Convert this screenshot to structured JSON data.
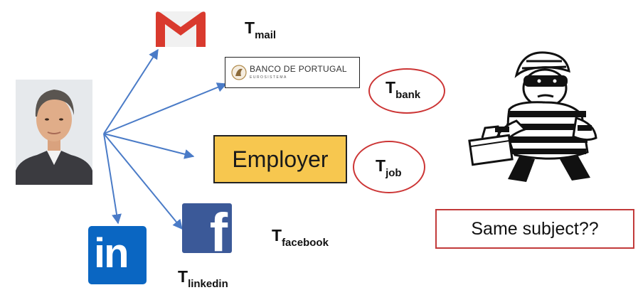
{
  "colors": {
    "arrow": "#4a7bc7",
    "oval": "#cc3535",
    "employer_fill": "#f7c74f",
    "gmail_red": "#d93a2e",
    "linkedin_blue": "#0a66c2",
    "facebook_blue": "#3b5998"
  },
  "services": {
    "gmail": {
      "icon": "gmail-icon"
    },
    "bank": {
      "name": "BANCO DE PORTUGAL",
      "subtitle": "EUROSISTEMA"
    },
    "employer": {
      "label": "Employer"
    },
    "facebook": {
      "icon": "facebook-icon",
      "glyph": "f"
    },
    "linkedin": {
      "icon": "linkedin-icon",
      "glyph": "in"
    }
  },
  "templates": {
    "mail": {
      "letter": "T",
      "sub": "mail"
    },
    "bank": {
      "letter": "T",
      "sub": "bank"
    },
    "job": {
      "letter": "T",
      "sub": "job"
    },
    "facebook": {
      "letter": "T",
      "sub": "facebook"
    },
    "linkedin": {
      "letter": "T",
      "sub": "linkedin"
    }
  },
  "question": "Same subject??",
  "icons": [
    "person-photo",
    "gmail-icon",
    "bank-logo-icon",
    "facebook-icon",
    "linkedin-icon",
    "burglar-figure"
  ]
}
